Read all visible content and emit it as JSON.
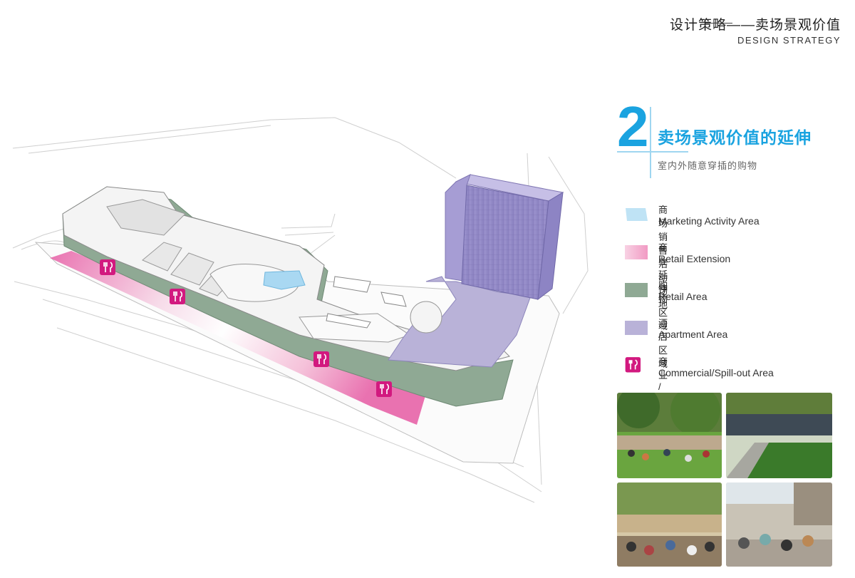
{
  "header": {
    "title_cn": "设计策略——卖场景观价值",
    "title_en": "DESIGN STRATEGY"
  },
  "section": {
    "number": "2",
    "title": "卖场景观价值的延伸",
    "subtitle": "室内外随意穿插的购物"
  },
  "legend": [
    {
      "cn": "商场销售活动场地",
      "en": "Marketing Activity Area",
      "color": "#bfe3f5",
      "icon": "marketing-area-swatch"
    },
    {
      "cn": "商业延伸",
      "en": "Retail Extension",
      "color": "#f4bcd8",
      "icon": "retail-extension-swatch"
    },
    {
      "cn": "购物区域",
      "en": "Retail Area",
      "color": "#8fa994",
      "icon": "retail-area-swatch"
    },
    {
      "cn": "酒店区域",
      "en": "Apartment Area",
      "color": "#b9b2d8",
      "icon": "apartment-area-swatch"
    },
    {
      "cn": "商业 / 餐饮外摆",
      "en": "Commercial/Spill-out Area",
      "color": "#d2197f",
      "icon": "fork-knife-icon"
    }
  ],
  "colors": {
    "accent": "#1aa3e0",
    "retail": "#8fa994",
    "apartment": "#b9b2d8",
    "extension": "#ec6fae",
    "marketing": "#a9d8f2",
    "spillout": "#d2197f"
  }
}
